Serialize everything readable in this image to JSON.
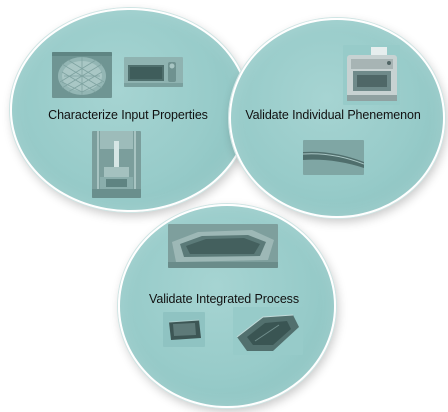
{
  "diagram": {
    "circles": [
      {
        "label": "Characterize Input Properties",
        "images": [
          "woven-fabric-photo",
          "material-sample-photo",
          "test-fixture-photo"
        ]
      },
      {
        "label": "Validate Individual Phenemenon",
        "images": [
          "test-machine-photo",
          "formed-strip-photo"
        ]
      },
      {
        "label": "Validate Integrated Process",
        "images": [
          "forming-mold-photo",
          "small-molded-part-photo",
          "formed-shell-photo"
        ]
      }
    ],
    "colors": {
      "circle_fill": "#97cbc9",
      "circle_border": "#ffffff",
      "text": "#111111"
    }
  }
}
